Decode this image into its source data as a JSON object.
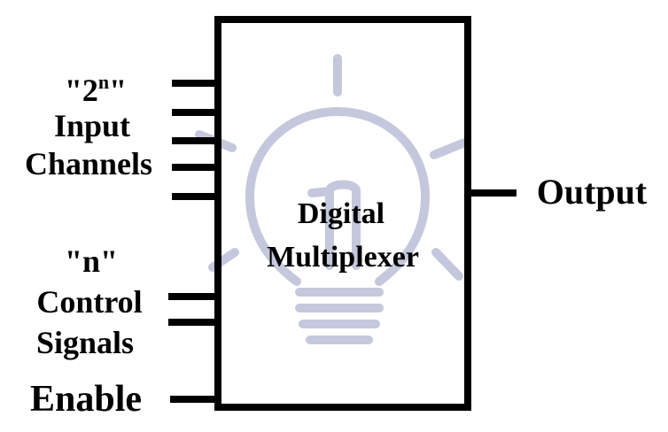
{
  "block": {
    "title_line1": "Digital",
    "title_line2": "Multiplexer"
  },
  "inputs": {
    "label_count": "\"2",
    "label_exp": "n",
    "label_close": "\"",
    "label_line2": "Input",
    "label_line3": "Channels"
  },
  "controls": {
    "label_line1": "\"n\"",
    "label_line2": "Control",
    "label_line3": "Signals"
  },
  "enable": {
    "label": "Enable"
  },
  "output": {
    "label": "Output"
  },
  "watermark": {
    "icon": "lightbulb-icon",
    "color": "#c5c8dc"
  },
  "colors": {
    "line": "#000000",
    "background": "#ffffff"
  }
}
